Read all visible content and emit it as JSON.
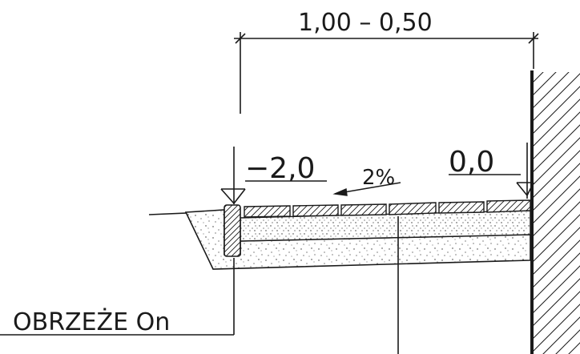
{
  "drawing": {
    "width_dimension": "1,00 – 0,50",
    "level_left": "−2,0",
    "level_right": "0,0",
    "slope": "2%",
    "curb_label": "OBRZEŻE On"
  },
  "colors": {
    "ink": "#1a1a1a",
    "paper": "#ffffff",
    "fill_stipple": "#f4f4f4"
  }
}
